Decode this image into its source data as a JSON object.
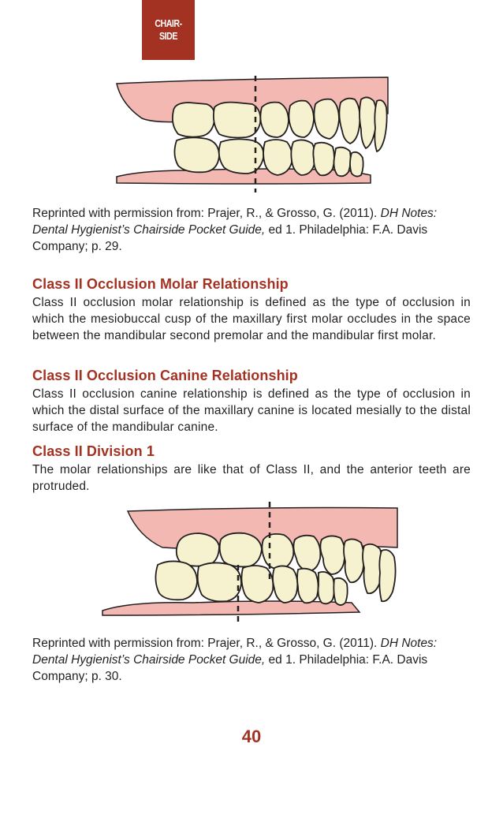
{
  "tab": {
    "line1": "CHAIR-",
    "line2": "SIDE"
  },
  "figure1": {
    "caption_start": "Reprinted with permission from: Prajer, R., & Grosso, G. (2011). ",
    "caption_italic": "DH Notes: Dental Hygienist’s Chairside Pocket Guide,",
    "caption_end": " ed 1. Philadelphia: F.A. Davis Company; p. 29."
  },
  "sections": [
    {
      "heading": "Class II Occlusion Molar Relationship",
      "body": "Class II occlusion molar relationship is defined as the type of occlusion in which the mesiobuccal cusp of the maxillary first molar occludes in the space between the mandibular second premolar and the mandibular first molar."
    },
    {
      "heading": "Class II Occlusion Canine Relationship",
      "body": "Class II occlusion canine relationship is defined as the type of occlusion in which the distal surface of the maxillary canine is located mesially to the distal surface of the mandibular canine."
    },
    {
      "heading": "Class II Division 1",
      "body": "The molar relationships are like that of Class II, and the anterior teeth are protruded."
    }
  ],
  "figure2": {
    "caption_start": "Reprinted with permission from: Prajer, R., & Grosso, G. (2011). ",
    "caption_italic": "DH Notes: Dental Hygienist’s Chairside Pocket Guide,",
    "caption_end": " ed 1. Philadelphia: F.A. Davis Company; p. 30."
  },
  "page_number": "40",
  "colors": {
    "accent": "#a33223",
    "gum": "#f4b8b3",
    "tooth": "#f6f2cf",
    "text": "#231f20"
  }
}
